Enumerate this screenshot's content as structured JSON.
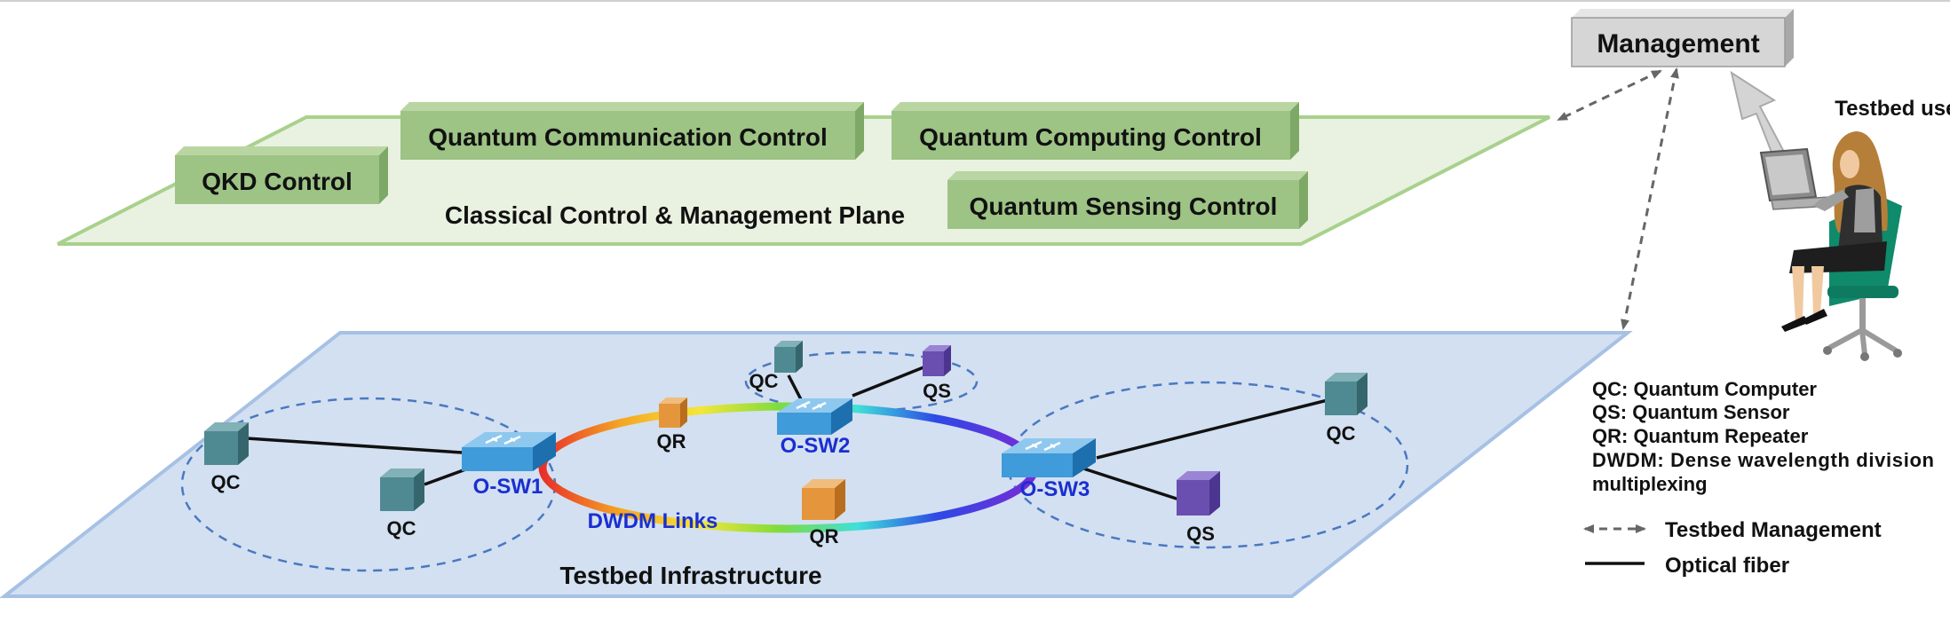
{
  "management": {
    "title": "Management",
    "user_label": "Testbed user"
  },
  "control_plane": {
    "label": "Classical Control & Management Plane",
    "boxes": [
      "QKD Control",
      "Quantum Communication Control",
      "Quantum Computing Control",
      "Quantum Sensing Control"
    ]
  },
  "infrastructure": {
    "label": "Testbed Infrastructure",
    "dwdm_label": "DWDM Links",
    "switches": [
      "O-SW1",
      "O-SW2",
      "O-SW3"
    ],
    "nodes": {
      "qc": "QC",
      "qs": "QS",
      "qr": "QR"
    }
  },
  "legend": {
    "definitions": [
      "QC: Quantum Computer",
      "QS: Quantum Sensor",
      "QR: Quantum Repeater",
      "DWDM: Dense wavelength division",
      "multiplexing"
    ],
    "testbed_management": "Testbed Management",
    "optical_fiber": "Optical fiber"
  },
  "colors": {
    "control_box": "#9dc385",
    "control_plane_fill": "#e9f1e1",
    "infra_plane_fill": "#d3e0f1",
    "quantum_computer": "#4f8a93",
    "quantum_sensor": "#6a4fb0",
    "quantum_repeater": "#e5963c",
    "switch": "#3f9bd9"
  },
  "icons": {
    "user": "person-at-laptop-icon",
    "switch": "optical-switch-icon"
  }
}
